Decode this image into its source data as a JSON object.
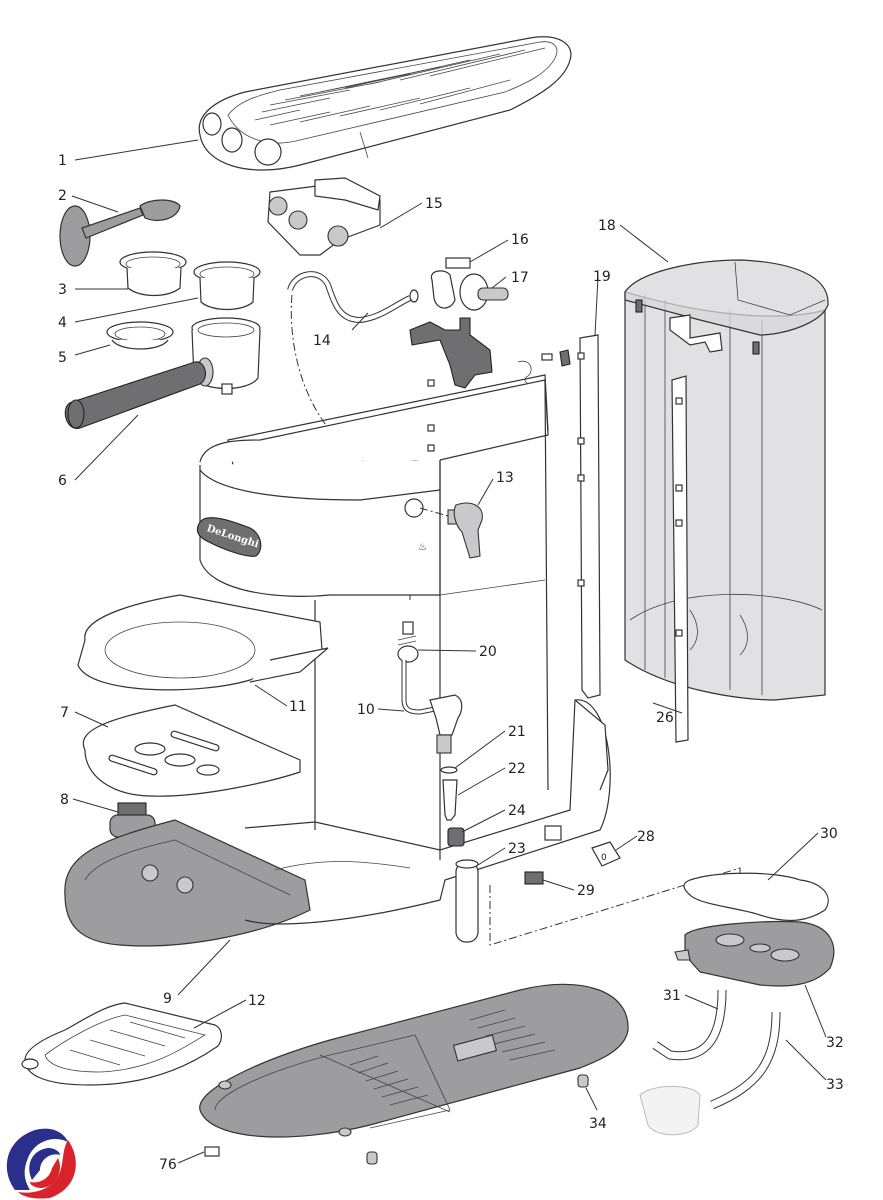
{
  "diagram": {
    "title": "De'Longhi espresso machine exploded parts view",
    "brand_badge": "DeLonghi",
    "logo": "watermark-logo",
    "colors": {
      "logo_blue": "#2a2f8c",
      "logo_red": "#d8232a",
      "part_gray": "#9d9d9f",
      "line": "#333333"
    },
    "callouts": [
      {
        "id": "1",
        "label": "1",
        "part": "cup-warmer-top-cover"
      },
      {
        "id": "2",
        "label": "2",
        "part": "measuring-scoop-tamper"
      },
      {
        "id": "3",
        "label": "3",
        "part": "filter-one-cup"
      },
      {
        "id": "4",
        "label": "4",
        "part": "filter-two-cup"
      },
      {
        "id": "5",
        "label": "5",
        "part": "filter-pod"
      },
      {
        "id": "6",
        "label": "6",
        "part": "filter-holder"
      },
      {
        "id": "7",
        "label": "7",
        "part": "drip-tray-grille"
      },
      {
        "id": "8",
        "label": "8",
        "part": "water-level-float"
      },
      {
        "id": "9",
        "label": "9",
        "part": "drip-tray"
      },
      {
        "id": "10",
        "label": "10",
        "part": "steam-tube"
      },
      {
        "id": "11",
        "label": "11",
        "part": "front-trim-ring"
      },
      {
        "id": "12",
        "label": "12",
        "part": "cup-tray"
      },
      {
        "id": "13",
        "label": "13",
        "part": "steam-knob"
      },
      {
        "id": "14",
        "label": "14",
        "part": "silicone-tube"
      },
      {
        "id": "15",
        "label": "15",
        "part": "control-panel"
      },
      {
        "id": "16",
        "label": "16",
        "part": "microswitch"
      },
      {
        "id": "17",
        "label": "17",
        "part": "steam-valve"
      },
      {
        "id": "18",
        "label": "18",
        "part": "water-tank-lid"
      },
      {
        "id": "19",
        "label": "19",
        "part": "side-rail"
      },
      {
        "id": "20",
        "label": "20",
        "part": "steam-tube-connector"
      },
      {
        "id": "21",
        "label": "21",
        "part": "o-ring"
      },
      {
        "id": "22",
        "label": "22",
        "part": "nozzle"
      },
      {
        "id": "23",
        "label": "23",
        "part": "cappuccino-frother-sleeve"
      },
      {
        "id": "24",
        "label": "24",
        "part": "nozzle-ring"
      },
      {
        "id": "26",
        "label": "26",
        "part": "water-tank"
      },
      {
        "id": "28",
        "label": "28",
        "part": "switch"
      },
      {
        "id": "29",
        "label": "29",
        "part": "connector"
      },
      {
        "id": "30",
        "label": "30",
        "part": "gasket"
      },
      {
        "id": "31",
        "label": "31",
        "part": "tube"
      },
      {
        "id": "32",
        "label": "32",
        "part": "tank-base-valve-plate"
      },
      {
        "id": "33",
        "label": "33",
        "part": "tube"
      },
      {
        "id": "34",
        "label": "34",
        "part": "foot"
      },
      {
        "id": "76",
        "label": "76",
        "part": "plug"
      }
    ]
  }
}
